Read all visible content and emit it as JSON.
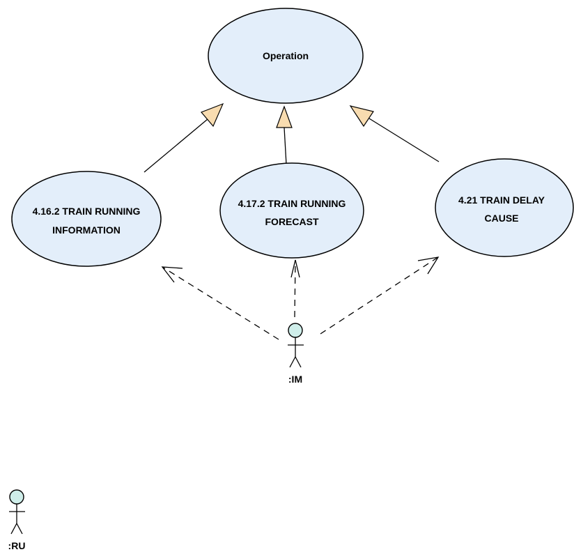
{
  "diagram": {
    "colors": {
      "usecase_fill": "#e3eefa",
      "actor_head_fill": "#cfeeea",
      "arrowhead_fill": "#f8dcb0",
      "stroke": "#000000"
    },
    "usecases": [
      {
        "id": "operation",
        "label_lines": [
          "Operation"
        ]
      },
      {
        "id": "train-running-information",
        "label_lines": [
          "4.16.2 TRAIN RUNNING",
          "INFORMATION"
        ]
      },
      {
        "id": "train-running-forecast",
        "label_lines": [
          "4.17.2 TRAIN RUNNING",
          "FORECAST"
        ]
      },
      {
        "id": "train-delay-cause",
        "label_lines": [
          "4.21 TRAIN DELAY",
          "CAUSE"
        ]
      }
    ],
    "actors": [
      {
        "id": "im",
        "label": ":IM"
      },
      {
        "id": "ru",
        "label": ":RU"
      }
    ],
    "generalizations": [
      {
        "from": "train-running-information",
        "to": "operation"
      },
      {
        "from": "train-running-forecast",
        "to": "operation"
      },
      {
        "from": "train-delay-cause",
        "to": "operation"
      }
    ],
    "dependencies": [
      {
        "from": "im",
        "to": "train-running-information"
      },
      {
        "from": "im",
        "to": "train-running-forecast"
      },
      {
        "from": "im",
        "to": "train-delay-cause"
      }
    ]
  }
}
